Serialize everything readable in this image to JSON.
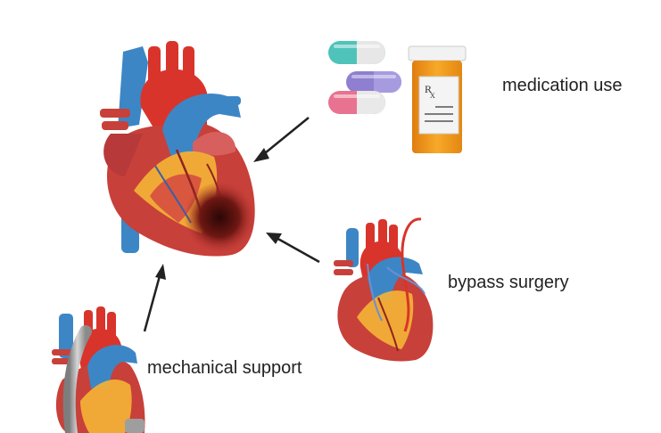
{
  "labels": {
    "medication": "medication use",
    "bypass": "bypass surgery",
    "mechanical": "mechanical support"
  },
  "rx": {
    "symbol_r": "R",
    "symbol_x": "X"
  },
  "colors": {
    "heart_red": "#c8403a",
    "heart_dark": "#8e2420",
    "vessel_blue": "#3d86c6",
    "artery_red": "#d9342b",
    "fat_yellow": "#f3b236",
    "infarct": "#3a0c0a",
    "bottle_orange": "#f39a1d",
    "cap_white": "#f2f2f2",
    "pill_teal": "#4fc3b9",
    "pill_purple": "#8f7fd0",
    "pill_pink": "#e8728f",
    "arrow": "#222222",
    "text": "#222222"
  },
  "icons": [
    "heart-icon",
    "pill-icon",
    "pill-bottle-icon",
    "arrow-icon",
    "pump-tube-icon",
    "bypass-graft-icon"
  ]
}
